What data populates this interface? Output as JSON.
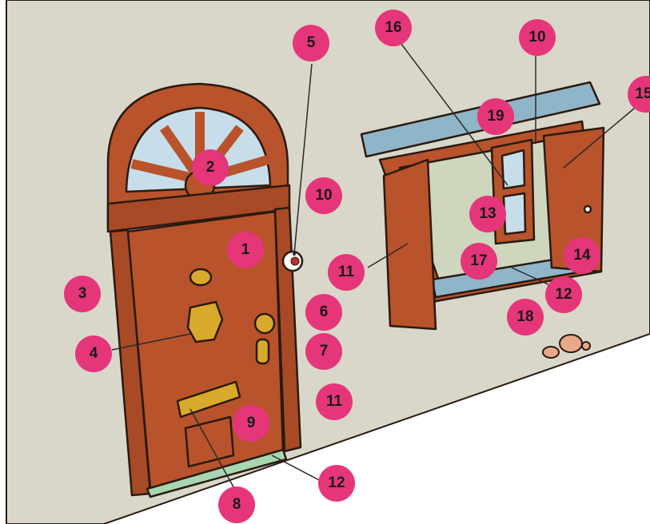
{
  "colors": {
    "wall": "#d9d7c9",
    "door": "#b8532b",
    "frame": "#a84a26",
    "brass": "#d9a92b",
    "glass": "#c7dde9",
    "sill": "#8fb5c8",
    "step": "#a8d6b0",
    "badge": "#e5367a",
    "outline": "#2a1a10"
  },
  "labels": [
    {
      "id": "label-1",
      "text": "1"
    },
    {
      "id": "label-2",
      "text": "2"
    },
    {
      "id": "label-3",
      "text": "3"
    },
    {
      "id": "label-4",
      "text": "4"
    },
    {
      "id": "label-5",
      "text": "5"
    },
    {
      "id": "label-6",
      "text": "6"
    },
    {
      "id": "label-7",
      "text": "7"
    },
    {
      "id": "label-8",
      "text": "8"
    },
    {
      "id": "label-9",
      "text": "9"
    },
    {
      "id": "label-10a",
      "text": "10"
    },
    {
      "id": "label-11a",
      "text": "11"
    },
    {
      "id": "label-12a",
      "text": "12"
    },
    {
      "id": "label-10b",
      "text": "10"
    },
    {
      "id": "label-11b",
      "text": "11"
    },
    {
      "id": "label-12b",
      "text": "12"
    },
    {
      "id": "label-13",
      "text": "13"
    },
    {
      "id": "label-14",
      "text": "14"
    },
    {
      "id": "label-15",
      "text": "15"
    },
    {
      "id": "label-16",
      "text": "16"
    },
    {
      "id": "label-17",
      "text": "17"
    },
    {
      "id": "label-18",
      "text": "18"
    },
    {
      "id": "label-19",
      "text": "19"
    }
  ]
}
